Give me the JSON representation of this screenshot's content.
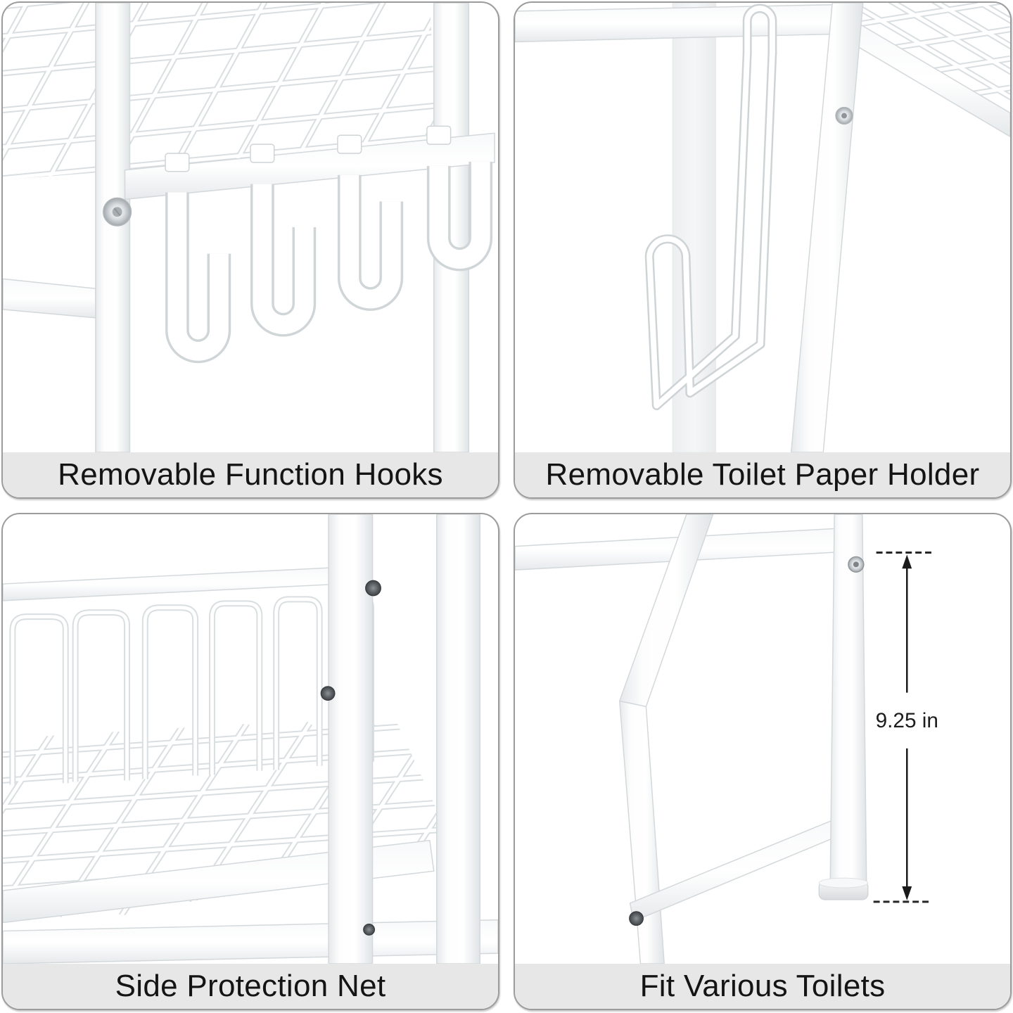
{
  "panels": [
    {
      "id": "removable-function-hooks",
      "caption": "Removable Function Hooks"
    },
    {
      "id": "removable-toilet-paper-holder",
      "caption": "Removable Toilet Paper Holder"
    },
    {
      "id": "side-protection-net",
      "caption": "Side Protection Net"
    },
    {
      "id": "fit-various-toilets",
      "caption": "Fit Various Toilets",
      "measurement": "9.25 in"
    }
  ],
  "style": {
    "caption_band": "#e7e7e7",
    "caption_text": "#141414",
    "panel_border": "#9c9c9c",
    "product_color": "#ffffff",
    "wire_edge": "#d9dee1",
    "annotation_color": "#1a1a1a"
  }
}
